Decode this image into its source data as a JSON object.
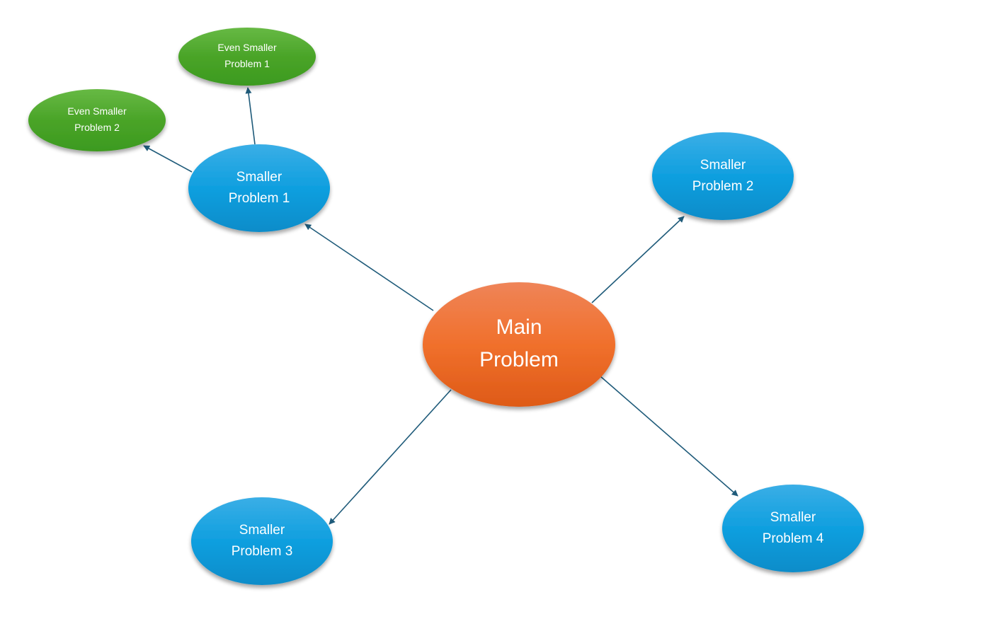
{
  "colors": {
    "main_node": "#ee6e2c",
    "sub_node": "#129fdc",
    "leaf_node": "#4aa228",
    "connector": "#1f5b7a",
    "label_text": "#ffffff"
  },
  "nodes": {
    "main": {
      "lines": [
        "Main",
        "Problem"
      ]
    },
    "smaller_1": {
      "lines": [
        "Smaller",
        "Problem 1"
      ]
    },
    "smaller_2": {
      "lines": [
        "Smaller",
        "Problem 2"
      ]
    },
    "smaller_3": {
      "lines": [
        "Smaller",
        "Problem 3"
      ]
    },
    "smaller_4": {
      "lines": [
        "Smaller",
        "Problem 4"
      ]
    },
    "even_smaller_1": {
      "lines": [
        "Even Smaller",
        "Problem 1"
      ]
    },
    "even_smaller_2": {
      "lines": [
        "Even Smaller",
        "Problem 2"
      ]
    }
  },
  "edges": [
    {
      "from": "main",
      "to": "smaller_1"
    },
    {
      "from": "main",
      "to": "smaller_2"
    },
    {
      "from": "main",
      "to": "smaller_3"
    },
    {
      "from": "main",
      "to": "smaller_4"
    },
    {
      "from": "smaller_1",
      "to": "even_smaller_1"
    },
    {
      "from": "smaller_1",
      "to": "even_smaller_2"
    }
  ]
}
